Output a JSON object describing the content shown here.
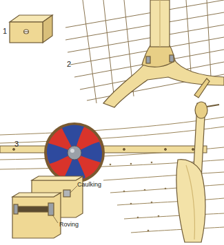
{
  "diagram": {
    "labels": [
      "1",
      "2",
      "3",
      "Caulking",
      "Roving"
    ]
  }
}
